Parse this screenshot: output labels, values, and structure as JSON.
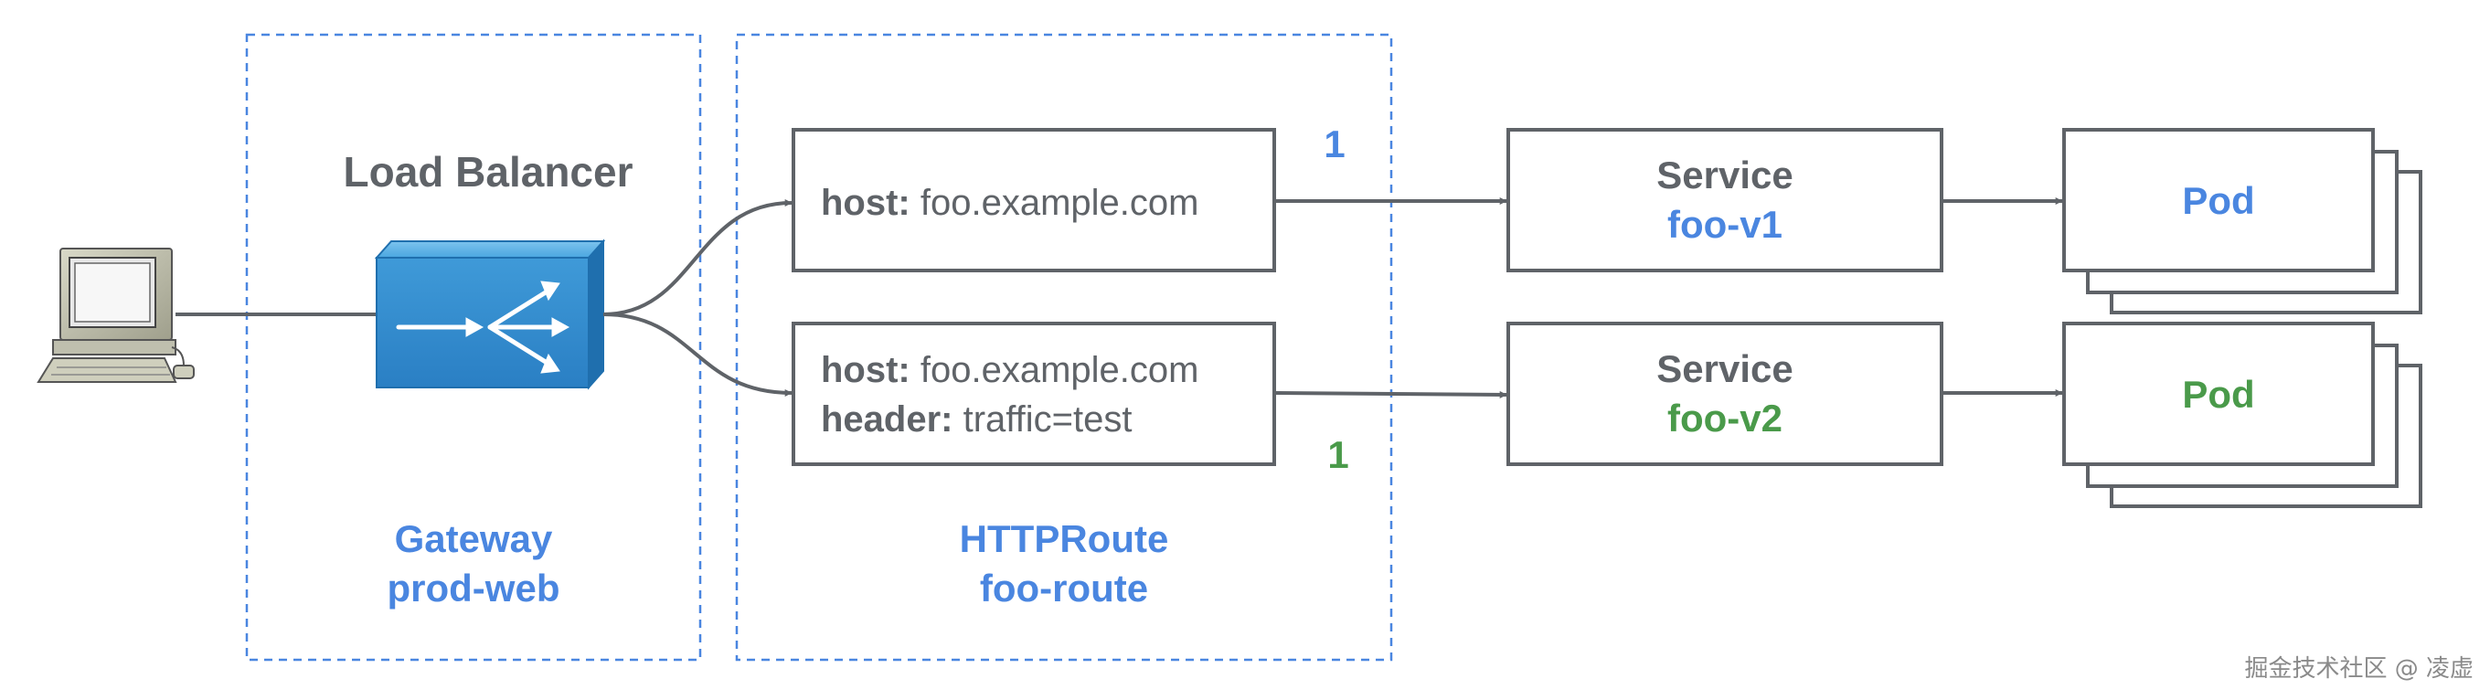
{
  "load_balancer": {
    "title": "Load Balancer"
  },
  "gateway": {
    "kind": "Gateway",
    "name": "prod-web"
  },
  "httproute": {
    "kind": "HTTPRoute",
    "name": "foo-route"
  },
  "rules": [
    {
      "host_key": "host:",
      "host_value": " foo.example.com",
      "weight": "1",
      "weight_color": "#4a86e0"
    },
    {
      "host_key": "host:",
      "host_value": " foo.example.com",
      "header_key": "header:",
      "header_value": " traffic=test",
      "weight": "1",
      "weight_color": "#4a9a4a"
    }
  ],
  "services": [
    {
      "title": "Service",
      "name": "foo-v1",
      "color": "#4a86e0"
    },
    {
      "title": "Service",
      "name": "foo-v2",
      "color": "#4a9a4a"
    }
  ],
  "pods": [
    {
      "label": "Pod",
      "color": "#4a86e0"
    },
    {
      "label": "Pod",
      "color": "#4a9a4a"
    }
  ],
  "icons": {
    "client": "desktop-computer-icon",
    "load_balancer": "load-balancer-icon"
  },
  "colors": {
    "dashed_border": "#4a86e0",
    "box_border": "#5f6368",
    "arrow": "#5f6368"
  },
  "watermark": "掘金技术社区 @ 凌虚"
}
